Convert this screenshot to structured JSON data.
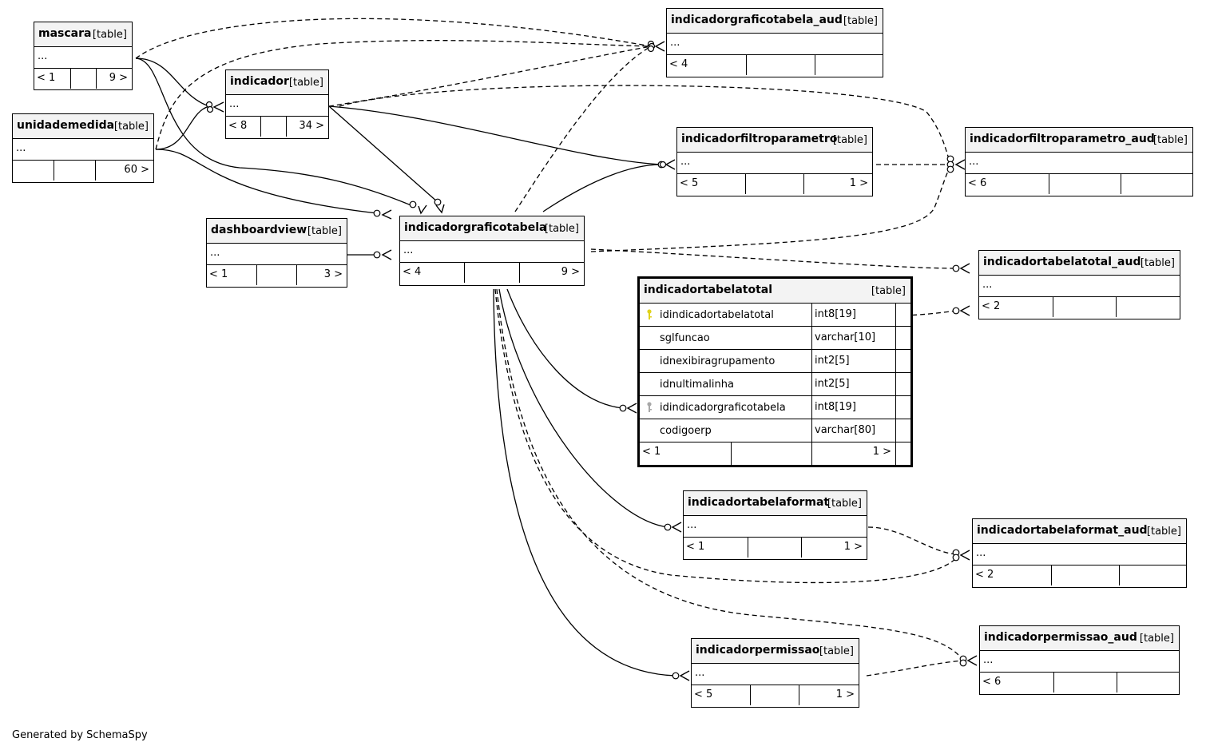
{
  "tables": {
    "mascara": {
      "name": "mascara",
      "tag": "[table]",
      "cols": "...",
      "left": "< 1",
      "mid": "",
      "right": "9 >"
    },
    "unidademedida": {
      "name": "unidademedida",
      "tag": "[table]",
      "cols": "...",
      "left": "",
      "mid": "",
      "right": "60 >"
    },
    "indicador": {
      "name": "indicador",
      "tag": "[table]",
      "cols": "...",
      "left": "< 8",
      "mid": "",
      "right": "34 >"
    },
    "dashboardview": {
      "name": "dashboardview",
      "tag": "[table]",
      "cols": "...",
      "left": "< 1",
      "mid": "",
      "right": "3 >"
    },
    "indicadorgraficotabela": {
      "name": "indicadorgraficotabela",
      "tag": "[table]",
      "cols": "...",
      "left": "< 4",
      "mid": "",
      "right": "9 >"
    },
    "indicadorgraficotabela_aud": {
      "name": "indicadorgraficotabela_aud",
      "tag": "[table]",
      "cols": "...",
      "left": "< 4",
      "mid": "",
      "right": ""
    },
    "indicadorfiltroparametro": {
      "name": "indicadorfiltroparametro",
      "tag": "[table]",
      "cols": "...",
      "left": "< 5",
      "mid": "",
      "right": "1 >"
    },
    "indicadorfiltroparametro_aud": {
      "name": "indicadorfiltroparametro_aud",
      "tag": "[table]",
      "cols": "...",
      "left": "< 6",
      "mid": "",
      "right": ""
    },
    "indicadortabelatotal_aud": {
      "name": "indicadortabelatotal_aud",
      "tag": "[table]",
      "cols": "...",
      "left": "< 2",
      "mid": "",
      "right": ""
    },
    "indicadortabelaformat": {
      "name": "indicadortabelaformat",
      "tag": "[table]",
      "cols": "...",
      "left": "< 1",
      "mid": "",
      "right": "1 >"
    },
    "indicadortabelaformat_aud": {
      "name": "indicadortabelaformat_aud",
      "tag": "[table]",
      "cols": "...",
      "left": "< 2",
      "mid": "",
      "right": ""
    },
    "indicadorpermissao": {
      "name": "indicadorpermissao",
      "tag": "[table]",
      "cols": "...",
      "left": "< 5",
      "mid": "",
      "right": "1 >"
    },
    "indicadorpermissao_aud": {
      "name": "indicadorpermissao_aud",
      "tag": "[table]",
      "cols": "...",
      "left": "< 6",
      "mid": "",
      "right": ""
    }
  },
  "focus": {
    "name": "indicadortabelatotal",
    "tag": "[table]",
    "columns": [
      {
        "name": "idindicadortabelatotal",
        "type": "int8[19]",
        "key": "primary"
      },
      {
        "name": "sglfuncao",
        "type": "varchar[10]",
        "key": ""
      },
      {
        "name": "idnexibiragrupamento",
        "type": "int2[5]",
        "key": ""
      },
      {
        "name": "idnultimalinha",
        "type": "int2[5]",
        "key": ""
      },
      {
        "name": "idindicadorgraficotabela",
        "type": "int8[19]",
        "key": "foreign"
      },
      {
        "name": "codigoerp",
        "type": "varchar[80]",
        "key": ""
      }
    ],
    "left": "< 1",
    "right": "1 >"
  },
  "colors": {
    "primary_key": "#e0d21a",
    "foreign_key": "#a8a8a8",
    "header_bg": "#f3f3f3"
  },
  "footer_text": "Generated by SchemaSpy"
}
